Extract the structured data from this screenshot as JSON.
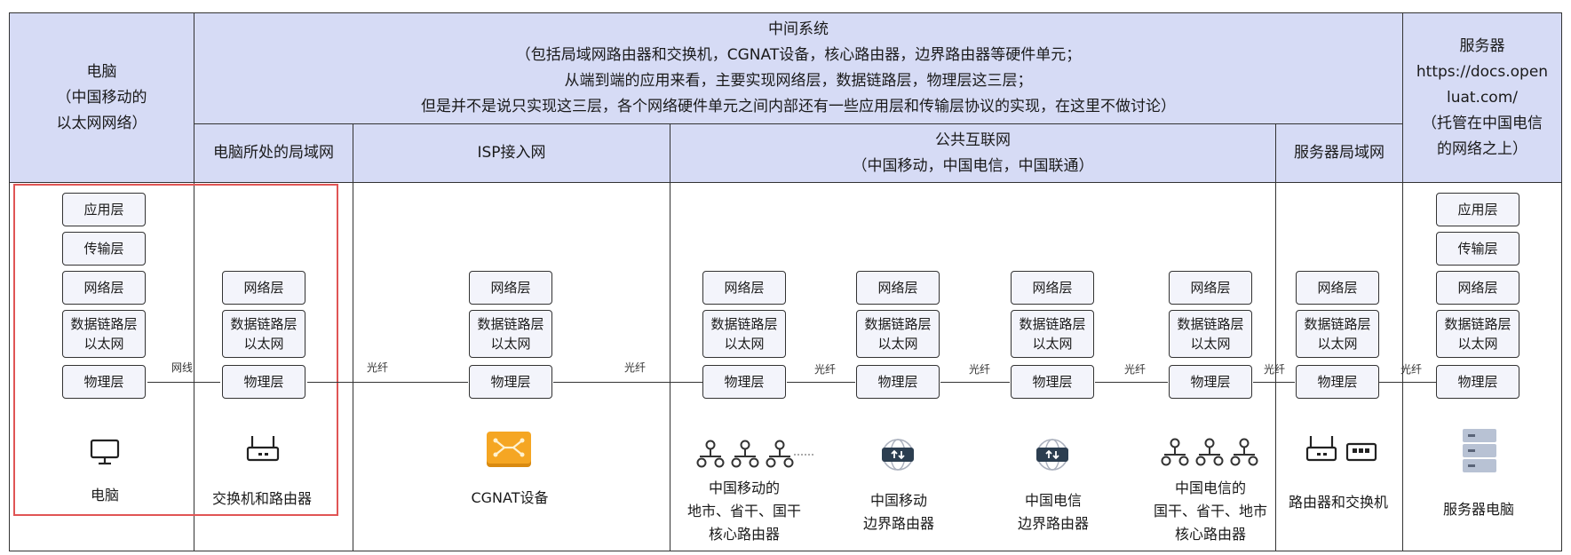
{
  "header": {
    "pc_title": "电脑",
    "pc_sub1": "（中国移动的",
    "pc_sub2": "以太网网络）",
    "mid_title": "中间系统",
    "mid_line1": "（包括局域网路由器和交换机，CGNAT设备，核心路由器，边界路由器等硬件单元；",
    "mid_line2": "从端到端的应用来看，主要实现网络层，数据链路层，物理层这三层；",
    "mid_line3": "但是并不是说只实现这三层，各个网络硬件单元之间内部还有一些应用层和传输层协议的实现，在这里不做讨论）",
    "srv_title": "服务器",
    "srv_url1": "https://docs.open",
    "srv_url2": "luat.com/",
    "srv_sub1": "（托管在中国电信",
    "srv_sub2": "的网络之上）",
    "lan": "电脑所处的局域网",
    "isp": "ISP接入网",
    "pub_title": "公共互联网",
    "pub_sub": "（中国移动，中国电信，中国联通）",
    "srv_lan": "服务器局域网"
  },
  "layers": {
    "app": "应用层",
    "transport": "传输层",
    "network": "网络层",
    "datalink1": "数据链路层",
    "datalink2": "以太网",
    "physical": "物理层"
  },
  "links": {
    "cable": "网线",
    "fiber": "光纤"
  },
  "captions": {
    "pc": "电脑",
    "switch": "交换机和路由器",
    "cgnat": "CGNAT设备",
    "cm_core1": "中国移动的",
    "cm_core2": "地市、省干、国干",
    "cm_core3": "核心路由器",
    "cm_edge1": "中国移动",
    "cm_edge2": "边界路由器",
    "ct_edge1": "中国电信",
    "ct_edge2": "边界路由器",
    "ct_core1": "中国电信的",
    "ct_core2": "国干、省干、地市",
    "ct_core3": "核心路由器",
    "srv_router": "路由器和交换机",
    "server": "服务器电脑"
  },
  "colors": {
    "header_bg": "#d6dbf5",
    "box_bg": "#f3f4fb",
    "highlight": "#e05555",
    "cgnat": "#f0a020",
    "edge_icon": "#2c3e50"
  }
}
